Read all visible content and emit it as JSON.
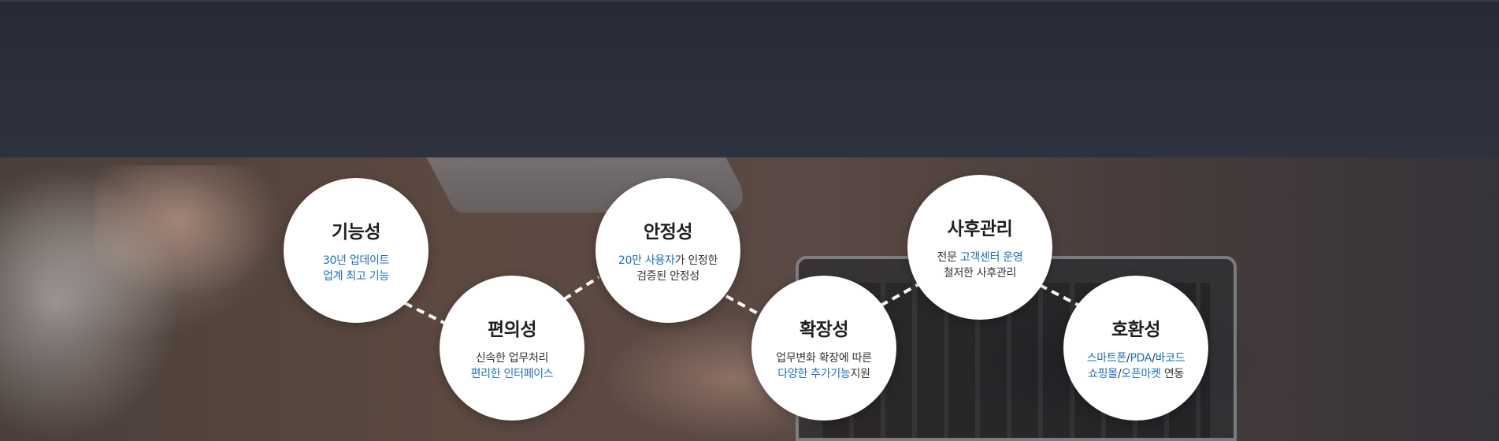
{
  "features": [
    {
      "title": "기능성",
      "line1": [
        {
          "text": "30년 업데이트",
          "highlight": true
        }
      ],
      "line2": [
        {
          "text": "업계 최고 기능",
          "highlight": true
        }
      ]
    },
    {
      "title": "편의성",
      "line1": [
        {
          "text": "신속한 업무처리",
          "highlight": false
        }
      ],
      "line2": [
        {
          "text": "편리한 인터페이스",
          "highlight": true
        }
      ]
    },
    {
      "title": "안정성",
      "line1": [
        {
          "text": "20만 사용자",
          "highlight": true
        },
        {
          "text": "가 인정한",
          "highlight": false
        }
      ],
      "line2": [
        {
          "text": "검증된 안정성",
          "highlight": false
        }
      ]
    },
    {
      "title": "확장성",
      "line1": [
        {
          "text": "업무변화 확장에 따른",
          "highlight": false
        }
      ],
      "line2": [
        {
          "text": "다양한 추가기능",
          "highlight": true
        },
        {
          "text": "지원",
          "highlight": false
        }
      ]
    },
    {
      "title": "사후관리",
      "line1": [
        {
          "text": "전문 ",
          "highlight": false
        },
        {
          "text": "고객센터 운영",
          "highlight": true
        }
      ],
      "line2": [
        {
          "text": "철저한 사후관리",
          "highlight": false
        }
      ]
    },
    {
      "title": "호환성",
      "line1": [
        {
          "text": "스마트폰",
          "highlight": true
        },
        {
          "text": "/",
          "highlight": false
        },
        {
          "text": "PDA",
          "highlight": true
        },
        {
          "text": "/",
          "highlight": false
        },
        {
          "text": "바코드",
          "highlight": true
        }
      ],
      "line2": [
        {
          "text": "쇼핑몰",
          "highlight": true
        },
        {
          "text": "/",
          "highlight": false
        },
        {
          "text": "오픈마켓",
          "highlight": true
        },
        {
          "text": " 연동",
          "highlight": false
        }
      ]
    }
  ],
  "colors": {
    "highlight": "#1a6fc4",
    "title": "#1f1f1f",
    "body": "#333333"
  }
}
